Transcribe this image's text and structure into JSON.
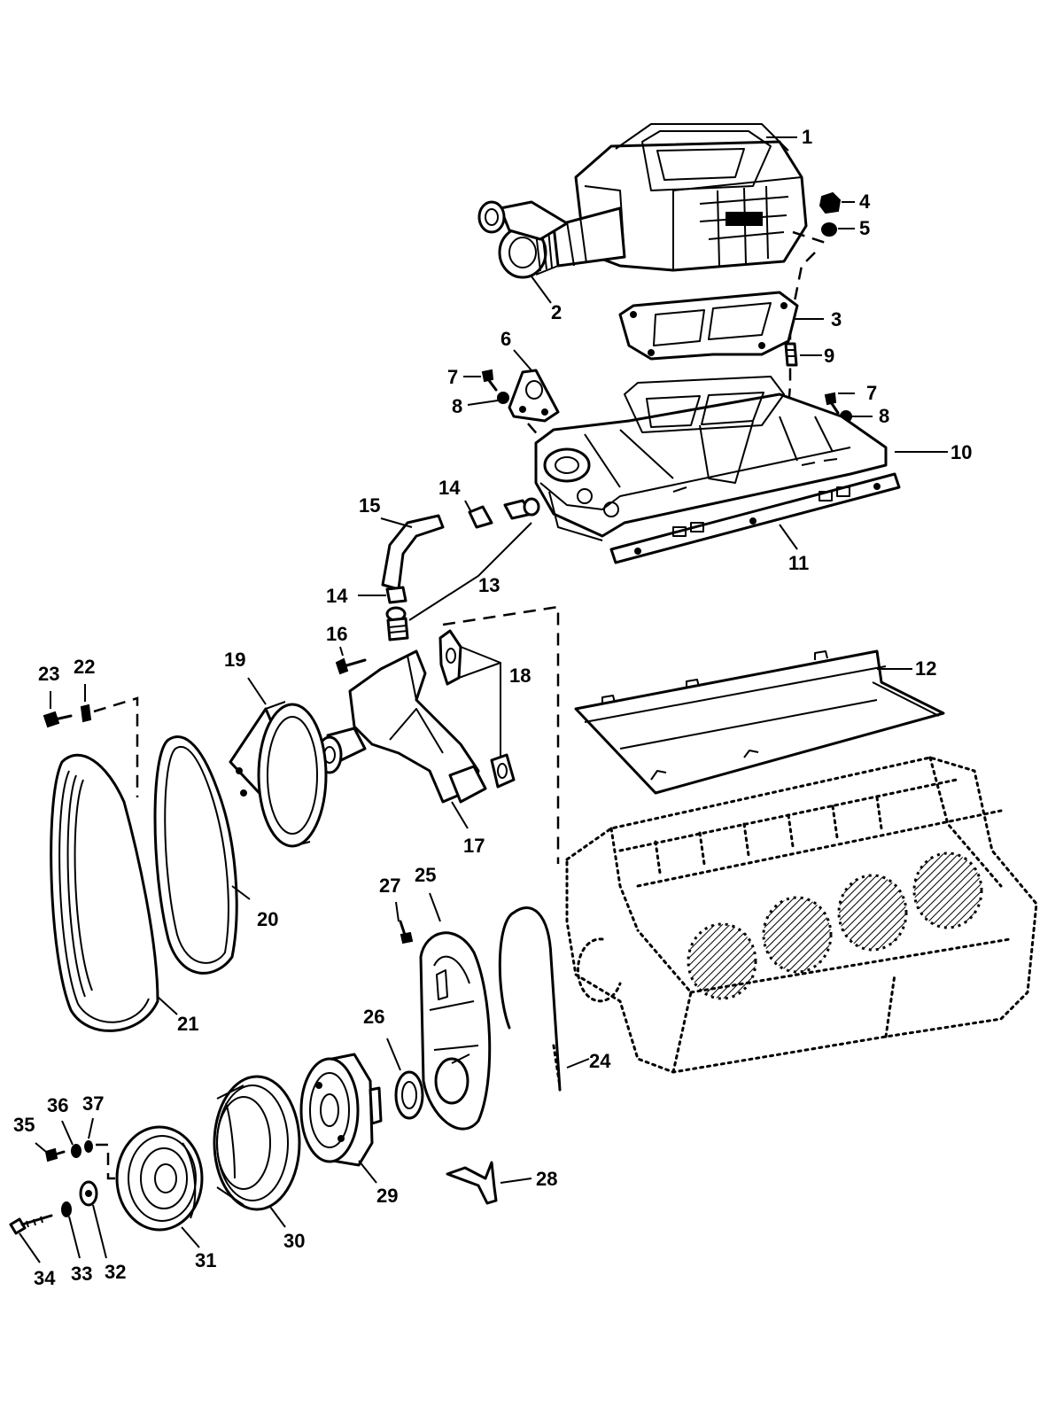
{
  "diagram": {
    "callouts": [
      {
        "id": "1",
        "label": "1"
      },
      {
        "id": "2",
        "label": "2"
      },
      {
        "id": "3",
        "label": "3"
      },
      {
        "id": "4",
        "label": "4"
      },
      {
        "id": "5",
        "label": "5"
      },
      {
        "id": "6",
        "label": "6"
      },
      {
        "id": "7a",
        "label": "7"
      },
      {
        "id": "7b",
        "label": "7"
      },
      {
        "id": "8a",
        "label": "8"
      },
      {
        "id": "8b",
        "label": "8"
      },
      {
        "id": "9",
        "label": "9"
      },
      {
        "id": "10",
        "label": "10"
      },
      {
        "id": "11",
        "label": "11"
      },
      {
        "id": "12",
        "label": "12"
      },
      {
        "id": "13",
        "label": "13"
      },
      {
        "id": "14a",
        "label": "14"
      },
      {
        "id": "14b",
        "label": "14"
      },
      {
        "id": "15",
        "label": "15"
      },
      {
        "id": "16",
        "label": "16"
      },
      {
        "id": "17",
        "label": "17"
      },
      {
        "id": "18",
        "label": "18"
      },
      {
        "id": "19",
        "label": "19"
      },
      {
        "id": "20",
        "label": "20"
      },
      {
        "id": "21",
        "label": "21"
      },
      {
        "id": "22",
        "label": "22"
      },
      {
        "id": "23",
        "label": "23"
      },
      {
        "id": "24",
        "label": "24"
      },
      {
        "id": "25",
        "label": "25"
      },
      {
        "id": "26",
        "label": "26"
      },
      {
        "id": "27",
        "label": "27"
      },
      {
        "id": "28",
        "label": "28"
      },
      {
        "id": "29",
        "label": "29"
      },
      {
        "id": "30",
        "label": "30"
      },
      {
        "id": "31",
        "label": "31"
      },
      {
        "id": "32",
        "label": "32"
      },
      {
        "id": "33",
        "label": "33"
      },
      {
        "id": "34",
        "label": "34"
      },
      {
        "id": "35",
        "label": "35"
      },
      {
        "id": "36",
        "label": "36"
      },
      {
        "id": "37",
        "label": "37"
      }
    ]
  }
}
